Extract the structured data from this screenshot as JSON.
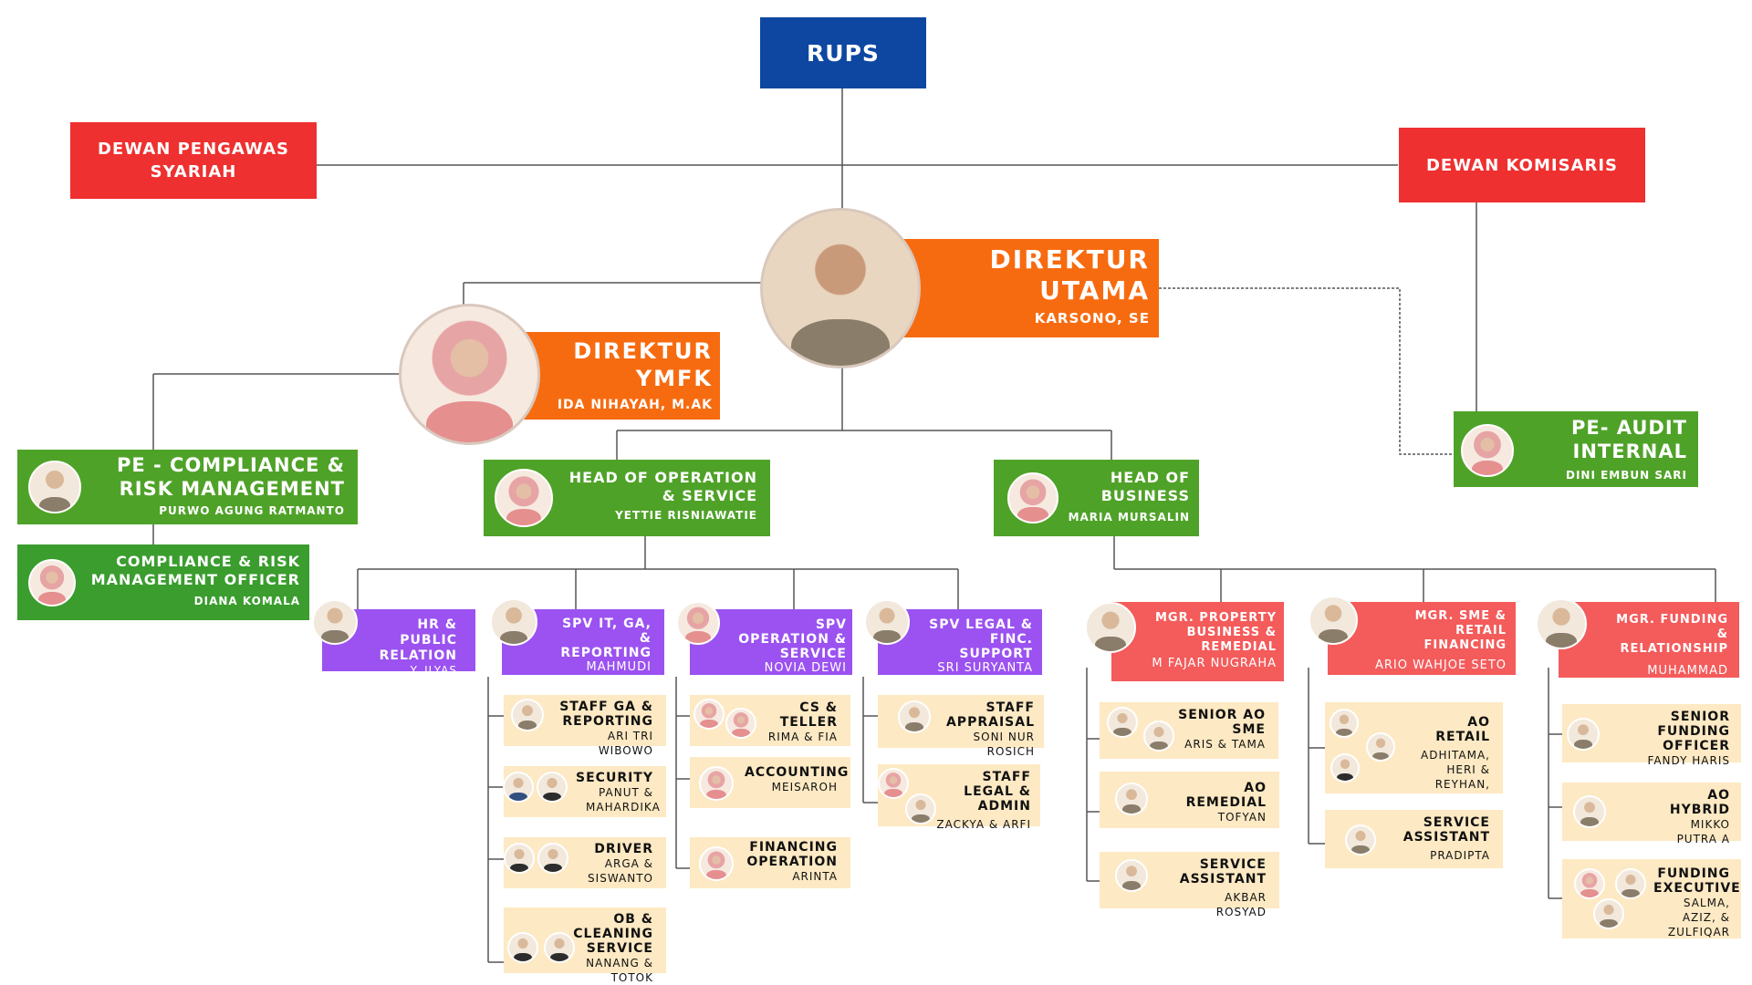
{
  "rups": "RUPS",
  "dps": "DEWAN PENGAWAS SYARIAH",
  "komisaris": "DEWAN KOMISARIS",
  "dirut": {
    "title": "DIREKTUR UTAMA",
    "name": "KARSONO, SE"
  },
  "ymfk": {
    "title": "DIREKTUR YMFK",
    "name": "IDA NIHAYAH, M.AK"
  },
  "audit": {
    "title": "PE- AUDIT INTERNAL",
    "name": "DINI EMBUN SARI"
  },
  "pe_compliance": {
    "title": "PE - COMPLIANCE & RISK MANAGEMENT",
    "name": "PURWO AGUNG RATMANTO"
  },
  "compliance_officer": {
    "title": "COMPLIANCE & RISK MANAGEMENT OFFICER",
    "name": "DIANA KOMALA"
  },
  "head_ops": {
    "title": "HEAD OF OPERATION & SERVICE",
    "name": "YETTIE RISNIAWATIE"
  },
  "head_bus": {
    "title": "HEAD OF BUSINESS",
    "name": "MARIA MURSALIN"
  },
  "hr": {
    "title": "HR & PUBLIC RELATION",
    "name": "Y. ILYAS"
  },
  "spv_it": {
    "title": "SPV IT, GA, & REPORTING",
    "name": "MAHMUDI"
  },
  "spv_op": {
    "title": "SPV OPERATION & SERVICE",
    "name": "NOVIA DEWI ARINI"
  },
  "spv_legal": {
    "title": "SPV LEGAL & FINC. SUPPORT",
    "name": "SRI SURYANTA"
  },
  "mgr_prop": {
    "title": "MGR. PROPERTY BUSINESS & REMEDIAL",
    "name": "M FAJAR NUGRAHA"
  },
  "mgr_sme": {
    "title": "MGR. SME & RETAIL FINANCING",
    "name": "ARIO WAHJOE SETO"
  },
  "mgr_fund": {
    "title": "MGR. FUNDING & RELATIONSHIP",
    "name": "MUHAMMAD RIZKI"
  },
  "staff_ga": {
    "title": "STAFF GA & REPORTING",
    "name": "ARI TRI WIBOWO"
  },
  "security": {
    "title": "SECURITY",
    "name": "PANUT & MAHARDIKA"
  },
  "driver": {
    "title": "DRIVER",
    "name": "ARGA & SISWANTO"
  },
  "ob": {
    "title": "OB & CLEANING SERVICE",
    "name": "NANANG & TOTOK"
  },
  "cs": {
    "title": "CS & TELLER",
    "name": "RIMA & FIA"
  },
  "accounting": {
    "title": "ACCOUNTING",
    "name": "MEISAROH"
  },
  "fin_op": {
    "title": "FINANCING OPERATION",
    "name": "ARINTA"
  },
  "appraisal": {
    "title": "STAFF APPRAISAL",
    "name": "SONI NUR ROSICH"
  },
  "legal_admin": {
    "title": "STAFF LEGAL & ADMIN",
    "name": "ZACKYA & ARFI"
  },
  "ao_sme": {
    "title": "SENIOR AO SME",
    "name": "ARIS & TAMA"
  },
  "ao_remedial": {
    "title": "AO REMEDIAL",
    "name": "TOFYAN"
  },
  "svc_asst1": {
    "title": "SERVICE ASSISTANT",
    "name": "AKBAR ROSYAD"
  },
  "ao_retail": {
    "title": "AO RETAIL",
    "name": "ADHITAMA, HERI & REYHAN,"
  },
  "svc_asst2": {
    "title": "SERVICE ASSISTANT",
    "name": "PRADIPTA"
  },
  "sfo": {
    "title": "SENIOR FUNDING OFFICER",
    "name": "FANDY HARIS"
  },
  "ao_hybrid": {
    "title": "AO HYBRID",
    "name": "MIKKO PUTRA A"
  },
  "fe": {
    "title": "FUNDING EXECUTIVE",
    "name": "SALMA, AZIZ, & ZULFIQAR"
  }
}
